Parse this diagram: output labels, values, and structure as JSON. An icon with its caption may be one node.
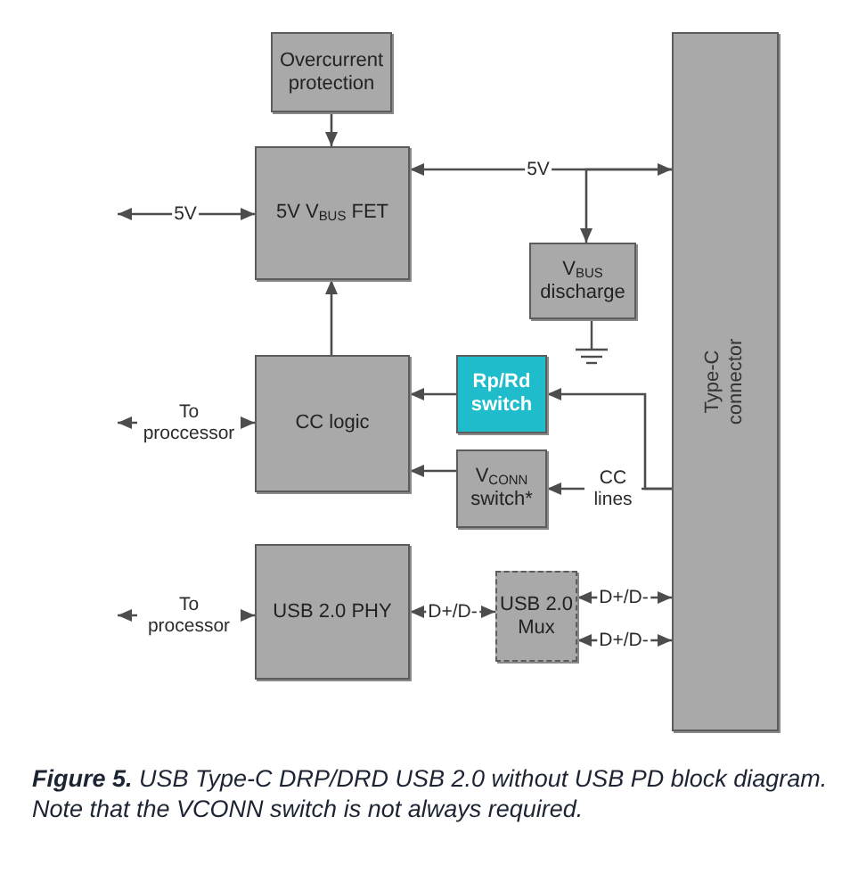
{
  "diagram": {
    "caption": "**Figure 5.** USB Type-C DRP/DRD USB 2.0 without USB PD block diagram. Note that the VCONN switch is not always required.",
    "nodes": [
      {
        "text": [
          "Overcurrent protection"
        ]
      },
      {
        "text": [
          "5V V$_{BUS}$ FET"
        ]
      },
      {
        "text": [
          "V$_{BUS}$ discharge"
        ]
      },
      {
        "text": [
          "CC logic"
        ]
      },
      {
        "text": [
          "Rp/Rd switch"
        ]
      },
      {
        "text": [
          "V$_{CONN}$ switch*"
        ]
      },
      {
        "text": [
          "USB 2.0 PHY"
        ]
      },
      {
        "text": [
          "USB 2.0 Mux"
        ]
      },
      {
        "text": [
          "Type-C connector"
        ]
      }
    ],
    "edges": [
      {
        "from": 0,
        "to": 1,
        "arrow": "to"
      },
      {
        "from": null,
        "to": 1,
        "arrow": "both",
        "label": "5V"
      },
      {
        "from": 1,
        "to": 8,
        "arrow": "both",
        "label": "5V"
      },
      {
        "from": 8,
        "to": 2,
        "arrow": "to"
      },
      {
        "from": 3,
        "to": 1,
        "arrow": "to"
      },
      {
        "from": null,
        "to": 3,
        "arrow": "both",
        "label": "To proccessor"
      },
      {
        "from": 4,
        "to": 3,
        "arrow": "to"
      },
      {
        "from": 5,
        "to": 3,
        "arrow": "to"
      },
      {
        "from": 8,
        "to": 4,
        "arrow": "to"
      },
      {
        "from": 8,
        "to": 5,
        "arrow": "to",
        "label": "CC lines"
      },
      {
        "from": null,
        "to": 6,
        "arrow": "both",
        "label": "To processor"
      },
      {
        "from": 6,
        "to": 7,
        "arrow": "both",
        "label": "D+/D-"
      },
      {
        "from": 7,
        "to": 8,
        "arrow": "both",
        "label": "D+/D-"
      },
      {
        "from": 7,
        "to": 8,
        "arrow": "both",
        "label": "D+/D-"
      }
    ]
  }
}
